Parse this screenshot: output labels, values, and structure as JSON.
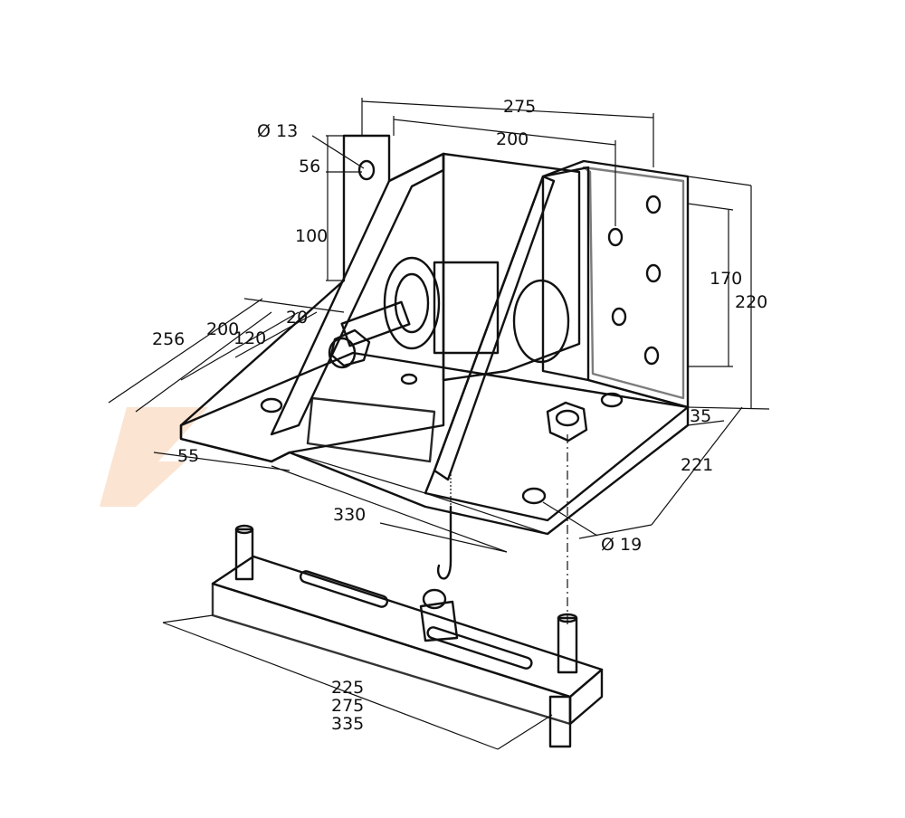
{
  "drawing": {
    "labels": {
      "w275": "275",
      "w200": "200",
      "hole13": "Ø 13",
      "d56": "56",
      "d100": "100",
      "d170": "170",
      "d220": "220",
      "d256": "256",
      "d200l": "200",
      "d20": "20",
      "d120": "120",
      "d35": "35",
      "d55": "55",
      "d221": "221",
      "d330": "330",
      "hole19": "Ø 19",
      "d225": "225",
      "d275b": "275",
      "d335": "335"
    },
    "colors": {
      "ink": "#111111",
      "paper": "#ffffff",
      "watermark": "#f3b37a"
    }
  }
}
